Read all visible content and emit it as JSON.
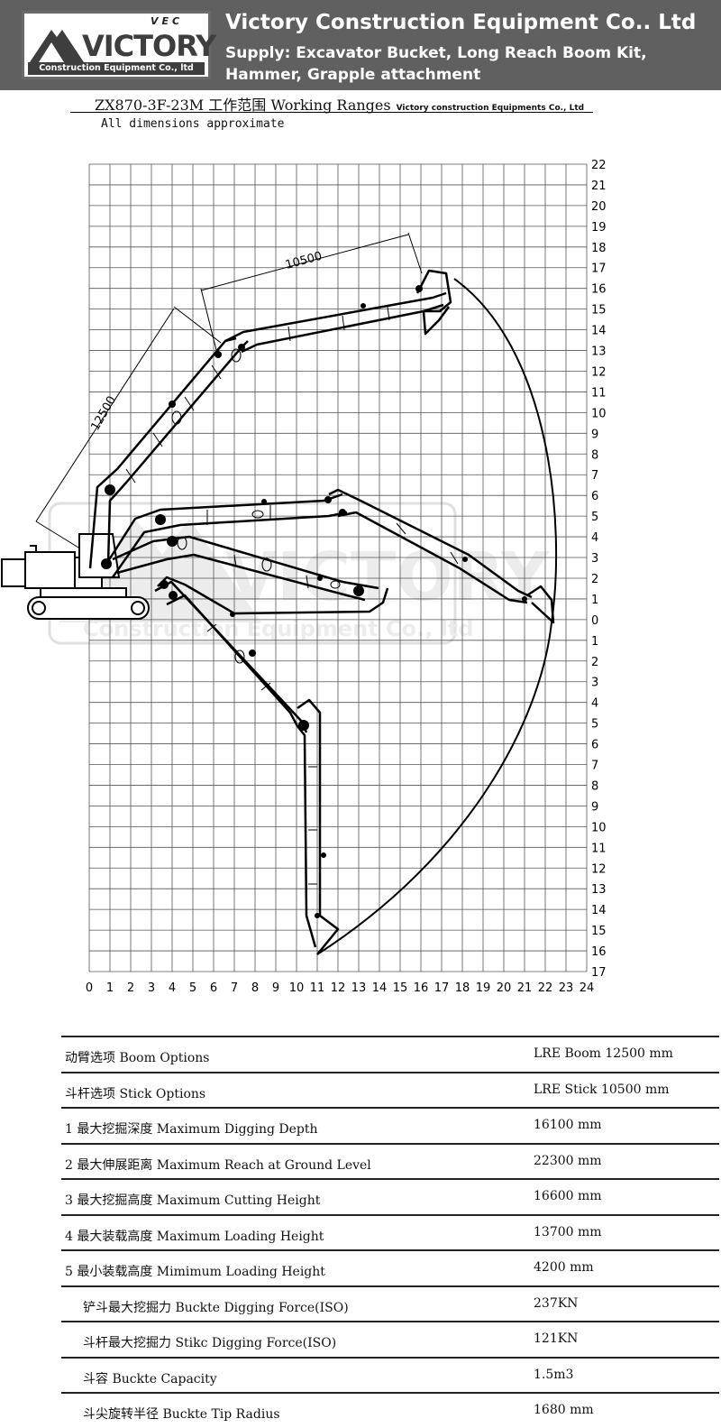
{
  "header": {
    "logo_mark": "VEC",
    "logo_word": "VICTORY",
    "logo_sub": "Construction Equipment Co., ltd",
    "title": "Victory Construction Equipment Co.. Ltd",
    "subtitle": "Supply: Excavator Bucket, Long Reach Boom Kit, Hammer, Grapple attachment"
  },
  "chart": {
    "title": "ZX870-3F-23M 工作范围 Working Ranges",
    "company_small": "Victory construction Equipments Co., Ltd",
    "note": "All dimensions approximate",
    "boom_dimension": "12500",
    "stick_dimension": "10500",
    "x_ticks": [
      "0",
      "1",
      "2",
      "3",
      "4",
      "5",
      "6",
      "7",
      "8",
      "9",
      "10",
      "11",
      "12",
      "13",
      "14",
      "15",
      "16",
      "17",
      "18",
      "19",
      "20",
      "21",
      "22",
      "23",
      "24"
    ],
    "y_ticks": [
      "22",
      "21",
      "20",
      "19",
      "18",
      "17",
      "16",
      "15",
      "14",
      "13",
      "12",
      "11",
      "10",
      "9",
      "8",
      "7",
      "6",
      "5",
      "4",
      "3",
      "2",
      "1",
      "0",
      "1",
      "2",
      "3",
      "4",
      "5",
      "6",
      "7",
      "8",
      "9",
      "10",
      "11",
      "12",
      "13",
      "14",
      "15",
      "16",
      "17"
    ],
    "colors": {
      "line": "#000000",
      "grid": "#555555",
      "watermark": "#e6e6e6"
    }
  },
  "specs": [
    {
      "label": "动臂选项 Boom  Options",
      "value": "LRE Boom  12500 mm",
      "indent": false
    },
    {
      "label": "斗杆选项 Stick Options",
      "value": "LRE Stick  10500 mm",
      "indent": false
    },
    {
      "label": "1 最大挖掘深度 Maximum Digging Depth",
      "value": "16100 mm",
      "indent": false
    },
    {
      "label": "2 最大伸展距离 Maximum Reach at Ground Level",
      "value": "22300 mm",
      "indent": false
    },
    {
      "label": "3 最大挖掘高度 Maximum Cutting Height",
      "value": "16600 mm",
      "indent": false
    },
    {
      "label": "4 最大装载高度 Maximum Loading Height",
      "value": "13700 mm",
      "indent": false
    },
    {
      "label": "5 最小装载高度 Mimimum Loading Height",
      "value": "4200 mm",
      "indent": false
    },
    {
      "label": "铲斗最大挖掘力 Buckte Digging Force(ISO)",
      "value": "237KN",
      "indent": true
    },
    {
      "label": "斗杆最大挖掘力  Stikc Digging Force(ISO)",
      "value": "121KN",
      "indent": true
    },
    {
      "label": "斗容 Buckte Capacity",
      "value": "1.5m3",
      "indent": true
    },
    {
      "label": "斗尖旋转半径 Buckte Tip Radius",
      "value": "1680 mm",
      "indent": true
    }
  ]
}
